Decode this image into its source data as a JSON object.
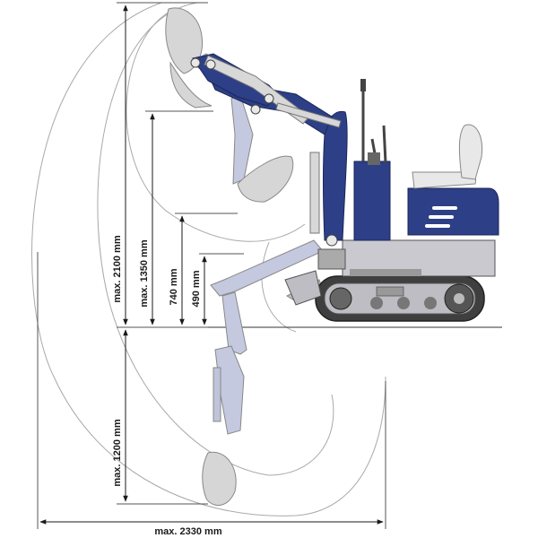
{
  "dimensions": {
    "max_height": "max. 2100 mm",
    "max_dump_height": "max. 1350 mm",
    "height_740": "740 mm",
    "height_490": "490 mm",
    "max_dig_depth": "max. 1200 mm",
    "max_reach": "max. 2330 mm"
  },
  "colors": {
    "machine_blue": "#2d3f86",
    "arm_ghost": "#b9bfd9",
    "bucket_ghost": "#d2d2d2",
    "chassis_gray": "#bdbdc3",
    "track": "#4a4a4a"
  }
}
